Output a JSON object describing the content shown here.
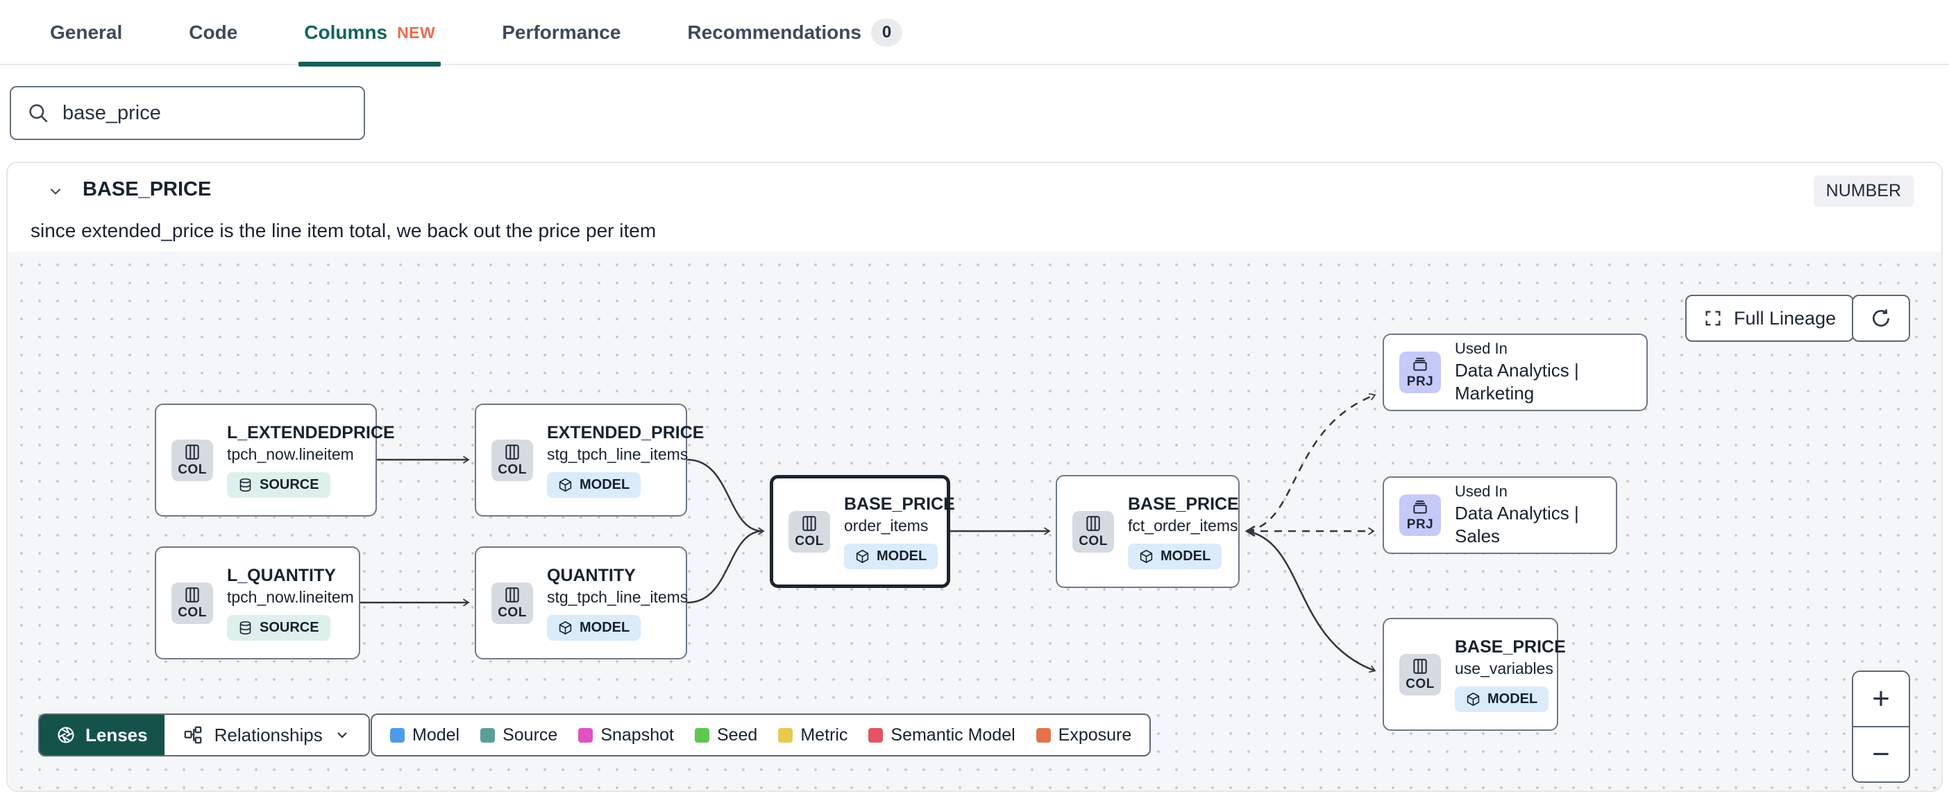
{
  "tabs": {
    "items": [
      {
        "label": "General"
      },
      {
        "label": "Code"
      },
      {
        "label": "Columns",
        "badge": "NEW"
      },
      {
        "label": "Performance"
      },
      {
        "label": "Recommendations",
        "count": "0"
      }
    ]
  },
  "search": {
    "value": "base_price"
  },
  "column_card": {
    "name": "BASE_PRICE",
    "type_badge": "NUMBER",
    "description": "since extended_price is the line item total, we back out the price per item"
  },
  "lineage": {
    "controls": {
      "full_lineage_label": "Full Lineage",
      "zoom_in": "+",
      "zoom_out": "−"
    },
    "kind_labels": {
      "col": "COL",
      "prj": "PRJ"
    },
    "nodes": [
      {
        "title": "L_EXTENDEDPRICE",
        "subtitle": "tpch_now.lineitem",
        "kind": "COL",
        "badge": "SOURCE"
      },
      {
        "title": "EXTENDED_PRICE",
        "subtitle": "stg_tpch_line_items",
        "kind": "COL",
        "badge": "MODEL"
      },
      {
        "title": "L_QUANTITY",
        "subtitle": "tpch_now.lineitem",
        "kind": "COL",
        "badge": "SOURCE"
      },
      {
        "title": "QUANTITY",
        "subtitle": "stg_tpch_line_items",
        "kind": "COL",
        "badge": "MODEL"
      },
      {
        "title": "BASE_PRICE",
        "subtitle": "order_items",
        "kind": "COL",
        "badge": "MODEL",
        "selected": true
      },
      {
        "title": "BASE_PRICE",
        "subtitle": "fct_order_items",
        "kind": "COL",
        "badge": "MODEL"
      },
      {
        "title": "Used In",
        "subtitle": "Data Analytics | Marketing",
        "kind": "PRJ"
      },
      {
        "title": "Used In",
        "subtitle": "Data Analytics | Sales",
        "kind": "PRJ"
      },
      {
        "title": "BASE_PRICE",
        "subtitle": "use_variables",
        "kind": "COL",
        "badge": "MODEL"
      }
    ],
    "toolbar": {
      "lenses_label": "Lenses",
      "relationships_label": "Relationships"
    },
    "legend": [
      {
        "label": "Model",
        "color": "#4e9ce8"
      },
      {
        "label": "Source",
        "color": "#5a9e9a"
      },
      {
        "label": "Snapshot",
        "color": "#e051c3"
      },
      {
        "label": "Seed",
        "color": "#5dc74f"
      },
      {
        "label": "Metric",
        "color": "#e7c94f"
      },
      {
        "label": "Semantic Model",
        "color": "#e25563"
      },
      {
        "label": "Exposure",
        "color": "#e2734d"
      }
    ]
  }
}
